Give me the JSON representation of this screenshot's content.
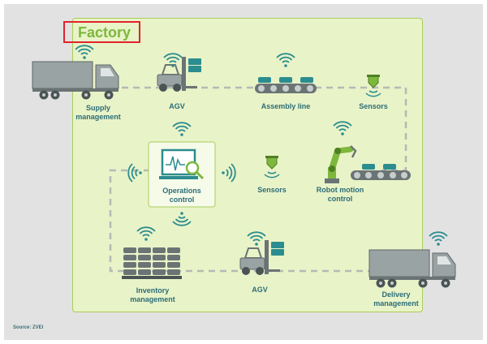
{
  "diagram": {
    "title": "Factory",
    "source": "Source: ZVEI",
    "colors": {
      "teal": "#2b8d8f",
      "grey": "#6b7474",
      "green": "#7db83d",
      "panel": "#e9f3c8"
    },
    "nodes": {
      "supply": {
        "label": "Supply\nmanagement",
        "icon": "truck-icon"
      },
      "agv_top": {
        "label": "AGV",
        "icon": "forklift-icon"
      },
      "assembly": {
        "label": "Assembly line",
        "icon": "conveyor-icon"
      },
      "sensors_top": {
        "label": "Sensors",
        "icon": "sensor-icon"
      },
      "operations": {
        "label": "Operations\ncontrol",
        "icon": "monitor-icon"
      },
      "sensors_mid": {
        "label": "Sensors",
        "icon": "sensor-icon"
      },
      "robot": {
        "label": "Robot motion\ncontrol",
        "icon": "robot-arm-icon"
      },
      "inventory": {
        "label": "Inventory\nmanagement",
        "icon": "pallet-stack-icon"
      },
      "agv_bottom": {
        "label": "AGV",
        "icon": "forklift-icon"
      },
      "delivery": {
        "label": "Delivery\nmanagement",
        "icon": "truck-icon"
      }
    }
  }
}
